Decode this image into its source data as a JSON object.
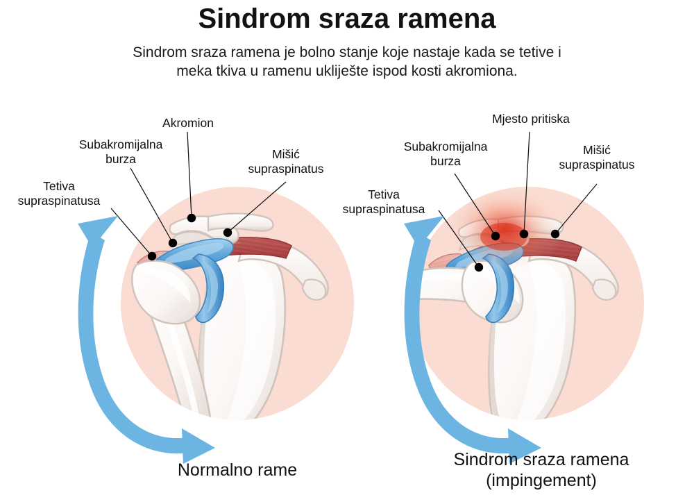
{
  "header": {
    "title": "Sindrom sraza ramena",
    "subtitle_line1": "Sindrom sraza ramena je bolno stanje koje nastaje kada se tetive i",
    "subtitle_line2": "meka tkiva u ramenu ukliješte ispod kosti akromiona."
  },
  "panels": [
    {
      "id": "normal",
      "caption_line1": "Normalno rame",
      "caption_line2": "",
      "labels": [
        {
          "id": "tetiva",
          "line1": "Tetiva",
          "line2": "supraspinatusa"
        },
        {
          "id": "burza",
          "line1": "Subakromijalna",
          "line2": "burza"
        },
        {
          "id": "akromion",
          "line1": "Akromion",
          "line2": ""
        },
        {
          "id": "misic",
          "line1": "Mišić",
          "line2": "supraspinatus"
        }
      ]
    },
    {
      "id": "impingement",
      "caption_line1": "Sindrom sraza ramena",
      "caption_line2": "(impingement)",
      "labels": [
        {
          "id": "tetiva",
          "line1": "Tetiva",
          "line2": "supraspinatusa"
        },
        {
          "id": "burza",
          "line1": "Subakromijalna",
          "line2": "burza"
        },
        {
          "id": "pritisak",
          "line1": "Mjesto pritiska",
          "line2": ""
        },
        {
          "id": "misic",
          "line1": "Mišić",
          "line2": "supraspinatus"
        }
      ]
    }
  ],
  "colors": {
    "background": "#ffffff",
    "text": "#111111",
    "circle_fill": "#fadcd2",
    "arrow_blue": "#6cb5e2",
    "bursa_blue": "#5aa3d8",
    "bursa_blue_light": "#9ccbe9",
    "muscle_red": "#b04b4b",
    "muscle_red_dark": "#8e3636",
    "tendon_pink": "#e8a8a0",
    "bone_white": "#fdfbfa",
    "bone_shadow": "#d6cdc8",
    "bone_outline": "#cfc4bd",
    "inflammation_red": "#e23b2a",
    "marker_dot": "#000000",
    "leader_line": "#111111"
  }
}
